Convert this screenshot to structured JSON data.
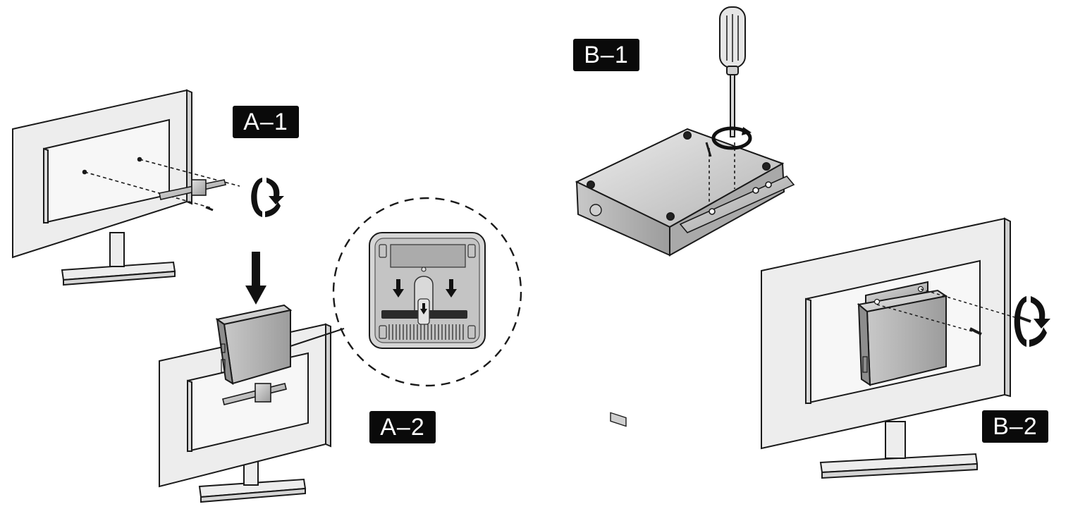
{
  "labels": {
    "a1": "A–1",
    "a2": "A–2",
    "b1": "B–1",
    "b2": "B–2"
  },
  "colors": {
    "line": "#1a1a1a",
    "monitor_fill": "#ededed",
    "screen_fill": "#f4f4f4",
    "metal": "#bdbdbd",
    "device_top": "#d9d9d9",
    "label_bg": "#0a0a0a",
    "label_text": "#ffffff"
  },
  "icons": {
    "rotate": "rotate-clockwise-icon",
    "arrow": "arrow-down-icon",
    "screwdriver": "screwdriver-icon"
  }
}
